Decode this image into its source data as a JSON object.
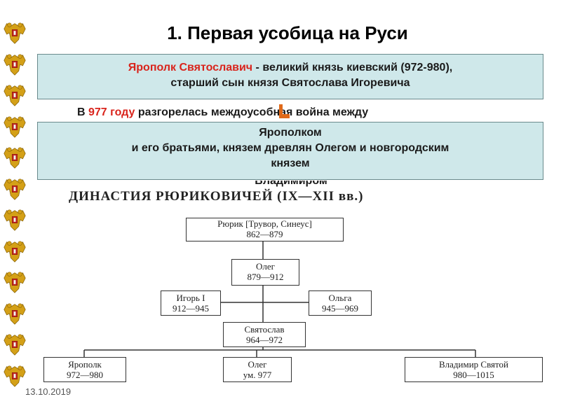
{
  "title": "1. Первая усобица на Руси",
  "box1": {
    "name": "Ярополк Святославич",
    "rest": " - великий князь киевский (972-980),",
    "line2": "старший сын князя Святослава Игоревича"
  },
  "sentence": {
    "prefix": "В ",
    "year": "977 году",
    "rest": " разгорелась междоусобная война между"
  },
  "box2": {
    "line1": "Ярополком",
    "line2": "и его братьями, князем древлян Олегом и новгородским",
    "line3": "князем",
    "overflow": "Владимиром"
  },
  "tree": {
    "heading": "ДИНАСТИЯ РЮРИКОВИЧЕЙ (IX—XII вв.)",
    "nodes": {
      "rurik": {
        "name": "Рюрик [Трувор, Синеус]",
        "years": "862—879"
      },
      "oleg": {
        "name": "Олег",
        "years": "879—912"
      },
      "igor": {
        "name": "Игорь I",
        "years": "912—945"
      },
      "olga": {
        "name": "Ольга",
        "years": "945—969"
      },
      "svyatoslav": {
        "name": "Святослав",
        "years": "964—972"
      },
      "yaropolk": {
        "name": "Ярополк",
        "years": "972—980"
      },
      "oleg2": {
        "name": "Олег",
        "years": "ум. 977"
      },
      "vladimir": {
        "name": "Владимир Святой",
        "years": "980—1015"
      }
    }
  },
  "footer": {
    "date": "13.10.2019"
  },
  "colors": {
    "box_fill": "#cfe8ea",
    "accent_red": "#d9241c",
    "eagle_gold": "#d4a017",
    "eagle_red": "#c0261d"
  },
  "icons": [
    "russian-coat-of-arms-icon"
  ]
}
